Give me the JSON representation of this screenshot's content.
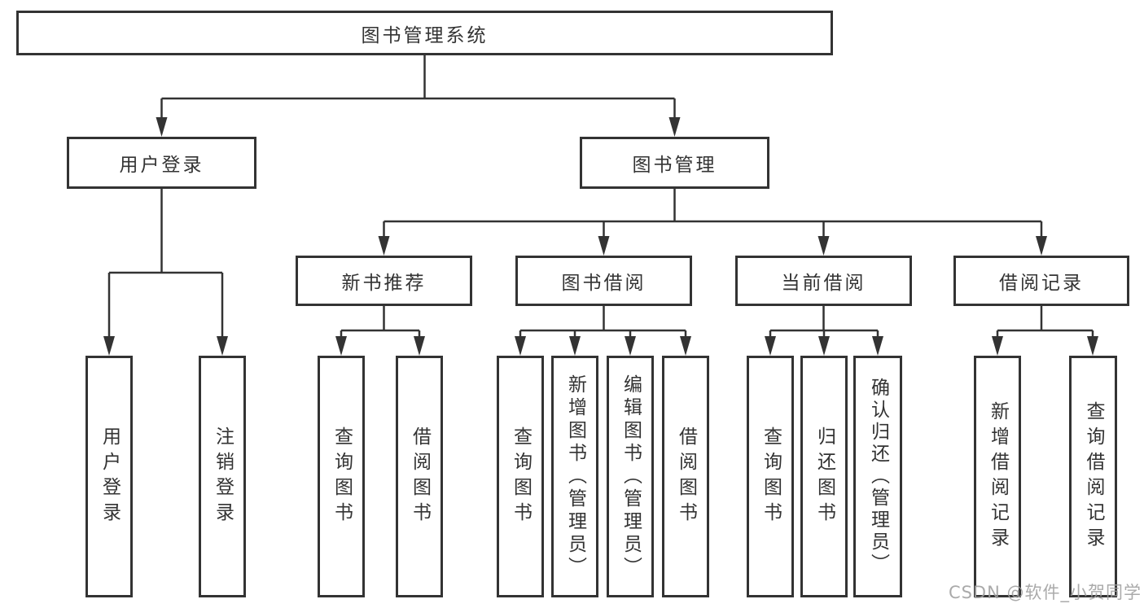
{
  "diagram": {
    "title": "图书管理系统",
    "branches": [
      {
        "label": "用户登录",
        "children": [
          "用户登录",
          "注销登录"
        ]
      },
      {
        "label": "图书管理",
        "modules": [
          {
            "label": "新书推荐",
            "children": [
              "查询图书",
              "借阅图书"
            ]
          },
          {
            "label": "图书借阅",
            "children": [
              "查询图书",
              "新增图书（管理员）",
              "编辑图书（管理员）",
              "借阅图书"
            ]
          },
          {
            "label": "当前借阅",
            "children": [
              "查询图书",
              "归还图书",
              "确认归还（管理员）"
            ]
          },
          {
            "label": "借阅记录",
            "children": [
              "新增借阅记录",
              "查询借阅记录"
            ]
          }
        ]
      }
    ],
    "watermark": "CSDN @软件_小贺同学",
    "colors": {
      "line": "#333333",
      "box_border": "#333333",
      "box_fill": "#ffffff",
      "text": "#333333",
      "watermark": "#9e9e9e",
      "background": "#ffffff"
    }
  }
}
